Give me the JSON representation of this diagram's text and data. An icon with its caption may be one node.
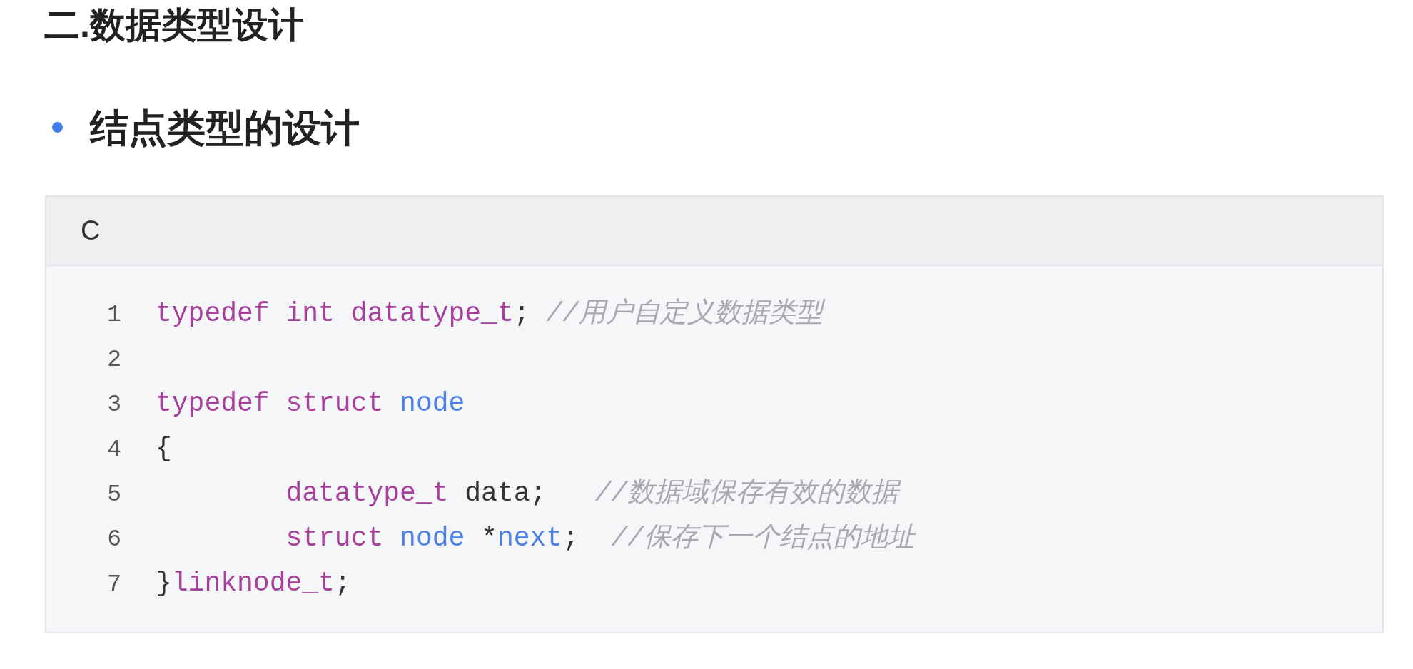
{
  "diagram": {
    "title": "二.数据类型设计",
    "labels": [
      "结点类型的设计",
      "C",
      "1",
      "typedef int datatype_t; //用户自定义数据类型",
      "2",
      "3",
      "typedef struct node",
      "4",
      "{",
      "5",
      "        datatype_t data;   //数据域保存有效的数据",
      "6",
      "        struct node *next;  //保存下一个结点的地址",
      "7",
      "}linknode_t;"
    ]
  }
}
